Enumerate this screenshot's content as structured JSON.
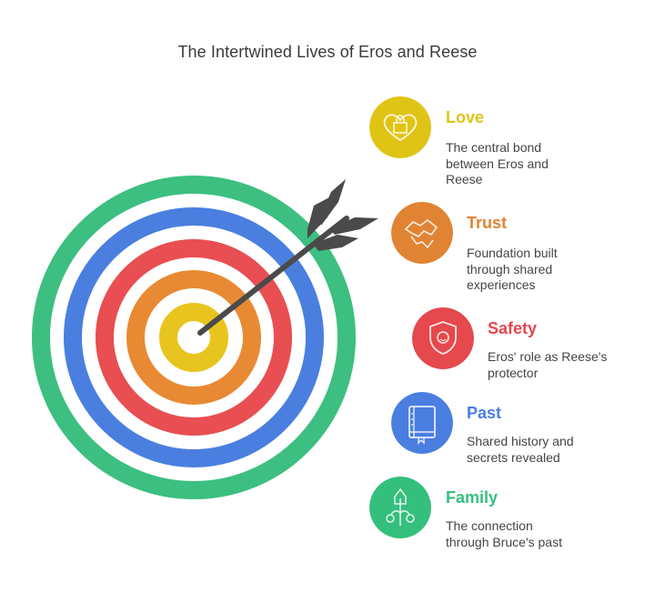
{
  "title": "The Intertwined Lives of Eros and Reese",
  "colors": {
    "green": "#3cbf80",
    "blue": "#4a7fe0",
    "red": "#e84e52",
    "orange": "#e88a33",
    "yellow": "#e8c51e",
    "arrow": "#4a4a4a"
  },
  "items": [
    {
      "key": "love",
      "title": "Love",
      "description": "The central bond between Eros and Reese",
      "color": "#e0c415",
      "icon": "heart-lock-icon"
    },
    {
      "key": "trust",
      "title": "Trust",
      "description": "Foundation built through shared experiences",
      "color": "#e08433",
      "icon": "handshake-icon"
    },
    {
      "key": "safety",
      "title": "Safety",
      "description": "Eros' role as Reese's protector",
      "color": "#e5484d",
      "icon": "shield-icon"
    },
    {
      "key": "past",
      "title": "Past",
      "description": "Shared history and secrets revealed",
      "color": "#4a7ee0",
      "icon": "book-icon"
    },
    {
      "key": "family",
      "title": "Family",
      "description": "The connection through Bruce's past",
      "color": "#34bf7d",
      "icon": "family-tree-icon"
    }
  ]
}
